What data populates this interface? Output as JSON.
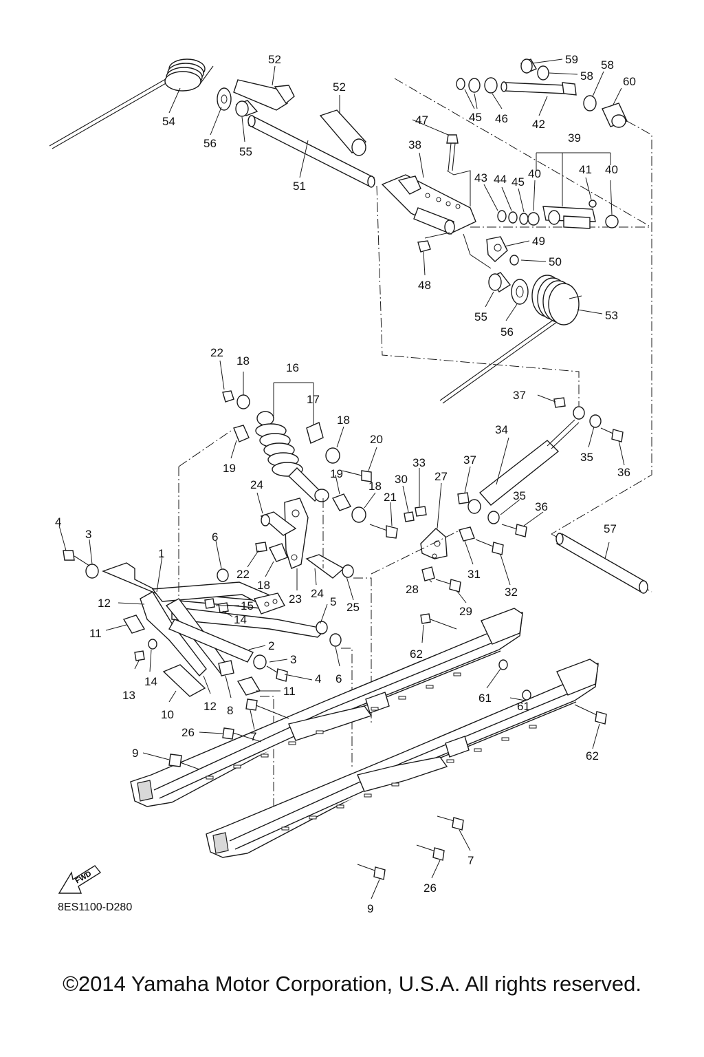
{
  "diagram": {
    "code": "8ES1100-D280",
    "fwd_label": "FWD",
    "copyright": "©2014 Yamaha Motor Corporation, U.S.A. All rights reserved."
  },
  "callouts": [
    {
      "n": "52"
    },
    {
      "n": "54"
    },
    {
      "n": "56"
    },
    {
      "n": "55"
    },
    {
      "n": "52"
    },
    {
      "n": "51"
    },
    {
      "n": "59"
    },
    {
      "n": "58"
    },
    {
      "n": "58"
    },
    {
      "n": "60"
    },
    {
      "n": "45"
    },
    {
      "n": "46"
    },
    {
      "n": "42"
    },
    {
      "n": "47"
    },
    {
      "n": "38"
    },
    {
      "n": "39"
    },
    {
      "n": "43"
    },
    {
      "n": "44"
    },
    {
      "n": "45"
    },
    {
      "n": "40"
    },
    {
      "n": "41"
    },
    {
      "n": "40"
    },
    {
      "n": "49"
    },
    {
      "n": "50"
    },
    {
      "n": "48"
    },
    {
      "n": "55"
    },
    {
      "n": "56"
    },
    {
      "n": "53"
    },
    {
      "n": "22"
    },
    {
      "n": "18"
    },
    {
      "n": "16"
    },
    {
      "n": "17"
    },
    {
      "n": "18"
    },
    {
      "n": "20"
    },
    {
      "n": "19"
    },
    {
      "n": "19"
    },
    {
      "n": "18"
    },
    {
      "n": "21"
    },
    {
      "n": "24"
    },
    {
      "n": "37"
    },
    {
      "n": "34"
    },
    {
      "n": "35"
    },
    {
      "n": "36"
    },
    {
      "n": "33"
    },
    {
      "n": "30"
    },
    {
      "n": "27"
    },
    {
      "n": "37"
    },
    {
      "n": "35"
    },
    {
      "n": "36"
    },
    {
      "n": "4"
    },
    {
      "n": "3"
    },
    {
      "n": "1"
    },
    {
      "n": "6"
    },
    {
      "n": "22"
    },
    {
      "n": "18"
    },
    {
      "n": "23"
    },
    {
      "n": "24"
    },
    {
      "n": "25"
    },
    {
      "n": "31"
    },
    {
      "n": "32"
    },
    {
      "n": "28"
    },
    {
      "n": "29"
    },
    {
      "n": "57"
    },
    {
      "n": "12"
    },
    {
      "n": "15"
    },
    {
      "n": "14"
    },
    {
      "n": "5"
    },
    {
      "n": "11"
    },
    {
      "n": "2"
    },
    {
      "n": "3"
    },
    {
      "n": "4"
    },
    {
      "n": "6"
    },
    {
      "n": "13"
    },
    {
      "n": "14"
    },
    {
      "n": "10"
    },
    {
      "n": "12"
    },
    {
      "n": "8"
    },
    {
      "n": "11"
    },
    {
      "n": "7"
    },
    {
      "n": "26"
    },
    {
      "n": "9"
    },
    {
      "n": "62"
    },
    {
      "n": "61"
    },
    {
      "n": "61"
    },
    {
      "n": "62"
    },
    {
      "n": "7"
    },
    {
      "n": "26"
    },
    {
      "n": "9"
    }
  ]
}
